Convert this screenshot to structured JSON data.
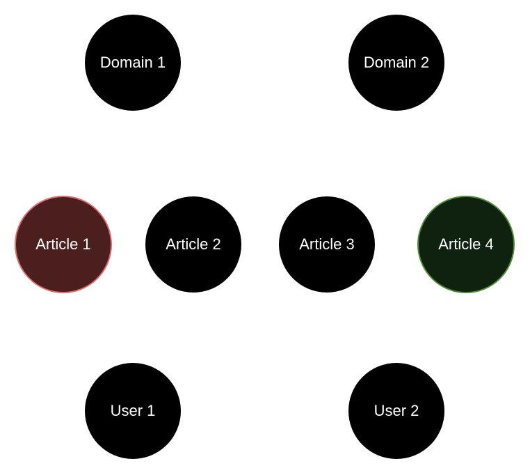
{
  "nodes": {
    "domain_1": {
      "label": "Domain 1"
    },
    "domain_2": {
      "label": "Domain 2"
    },
    "article_1": {
      "label": "Article 1",
      "fill": "#4a1f1e",
      "border": "#e06a6a"
    },
    "article_2": {
      "label": "Article 2"
    },
    "article_3": {
      "label": "Article 3"
    },
    "article_4": {
      "label": "Article 4",
      "fill": "#0f2210",
      "border": "#4f8a34"
    },
    "user_1": {
      "label": "User 1"
    },
    "user_2": {
      "label": "User 2"
    }
  },
  "colors": {
    "node_default_fill": "#000000",
    "label_text": "#ffffff",
    "background": "#ffffff"
  }
}
